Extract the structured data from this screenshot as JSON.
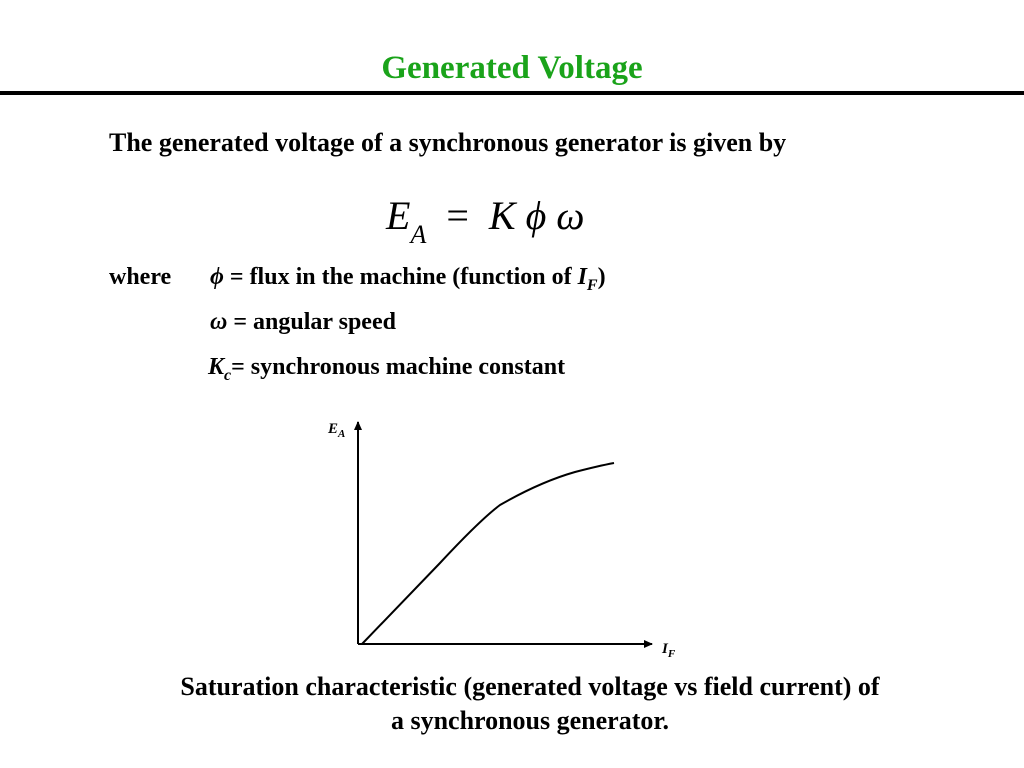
{
  "header": {
    "title": "Generated Voltage",
    "title_color": "#1aa31a"
  },
  "intro": "The generated voltage of a synchronous generator is given by",
  "equation": {
    "lhs": "E",
    "lhs_sub": "A",
    "equals": "=",
    "rhs": "K ϕ ω"
  },
  "where_label": "where",
  "definitions": [
    {
      "symbol": "ϕ",
      "text": " = flux in the machine (function of ",
      "var": "I",
      "var_sub": "F",
      "close": ")"
    },
    {
      "symbol": "ω",
      "text": " = angular speed"
    },
    {
      "symbol": "K",
      "symbol_sub": "c",
      "text": "= synchronous machine constant"
    }
  ],
  "plot": {
    "y_label": "E",
    "y_label_sub": "A",
    "x_label": "I",
    "x_label_sub": "F"
  },
  "caption": {
    "line1": "Saturation characteristic (generated voltage vs field current) of",
    "line2": "a synchronous generator."
  }
}
